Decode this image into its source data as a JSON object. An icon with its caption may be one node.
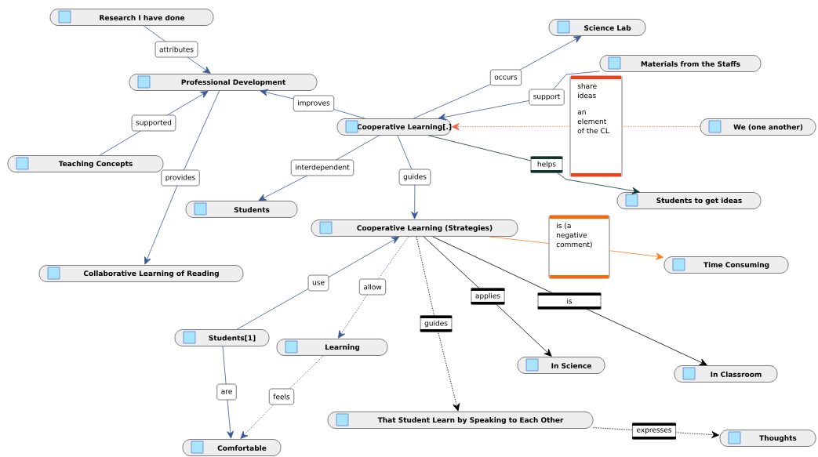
{
  "diagram": {
    "nodes": [
      {
        "text": [
          "Research I have done"
        ]
      },
      {
        "text": [
          "Professional Development"
        ]
      },
      {
        "text": [
          "Science Lab"
        ]
      },
      {
        "text": [
          "Materials from the Staffs"
        ]
      },
      {
        "text": [
          "Cooperative Learning[.]"
        ]
      },
      {
        "text": [
          "share ideas",
          "an element of the CL"
        ]
      },
      {
        "text": [
          "We (one another)"
        ]
      },
      {
        "text": [
          "Teaching Concepts"
        ]
      },
      {
        "text": [
          "Students"
        ]
      },
      {
        "text": [
          "Students to get ideas"
        ]
      },
      {
        "text": [
          "Cooperative Learning (Strategies)"
        ]
      },
      {
        "text": [
          "is (a negative comment)"
        ]
      },
      {
        "text": [
          "Time Consuming"
        ]
      },
      {
        "text": [
          "Collaborative Learning of Reading"
        ]
      },
      {
        "text": [
          "Students[1]"
        ]
      },
      {
        "text": [
          "Learning"
        ]
      },
      {
        "text": [
          "In Science"
        ]
      },
      {
        "text": [
          "In Classroom"
        ]
      },
      {
        "text": [
          "That Student Learn by Speaking to Each Other"
        ]
      },
      {
        "text": [
          "Thoughts"
        ]
      },
      {
        "text": [
          "Comfortable"
        ]
      }
    ],
    "edges": [
      {
        "from": 0,
        "to": 1,
        "arrow": "to",
        "label": "attributes"
      },
      {
        "from": 4,
        "to": 1,
        "arrow": "to",
        "label": "improves"
      },
      {
        "from": 7,
        "to": 1,
        "arrow": "to",
        "label": "supported"
      },
      {
        "from": 1,
        "to": 13,
        "arrow": "to",
        "label": "provides"
      },
      {
        "from": 4,
        "to": 2,
        "arrow": "to",
        "label": "occurs"
      },
      {
        "from": 3,
        "to": 4,
        "arrow": "to",
        "label": "support"
      },
      {
        "from": 6,
        "to": 5,
        "arrow": "none",
        "style": "dashed",
        "color": "#ff5a3c"
      },
      {
        "from": 5,
        "to": 4,
        "arrow": "to",
        "style": "dashed",
        "color": "#ff5a3c"
      },
      {
        "from": 4,
        "to": 9,
        "arrow": "to",
        "label": "helps",
        "color": "#0f3530"
      },
      {
        "from": 4,
        "to": 8,
        "arrow": "to",
        "label": "interdependent"
      },
      {
        "from": 4,
        "to": 10,
        "arrow": "to",
        "label": "guides"
      },
      {
        "from": 10,
        "to": 11,
        "arrow": "none",
        "color": "#ff7a20"
      },
      {
        "from": 11,
        "to": 12,
        "arrow": "to",
        "color": "#ff7a20"
      },
      {
        "from": 14,
        "to": 10,
        "arrow": "to",
        "label": "use"
      },
      {
        "from": 10,
        "to": 15,
        "arrow": "to",
        "label": "allow",
        "style": "dashed"
      },
      {
        "from": 10,
        "to": 18,
        "arrow": "to",
        "label": "guides",
        "style": "dashed",
        "color": "#000000"
      },
      {
        "from": 10,
        "to": 16,
        "arrow": "to",
        "label": "applies",
        "color": "#000000"
      },
      {
        "from": 10,
        "to": 17,
        "arrow": "to",
        "label": "is",
        "color": "#000000"
      },
      {
        "from": 14,
        "to": 20,
        "arrow": "to",
        "label": "are"
      },
      {
        "from": 15,
        "to": 20,
        "arrow": "to",
        "label": "feels",
        "style": "dashed"
      },
      {
        "from": 18,
        "to": 19,
        "arrow": "to",
        "label": "expresses",
        "style": "dashed",
        "color": "#000000"
      }
    ]
  }
}
